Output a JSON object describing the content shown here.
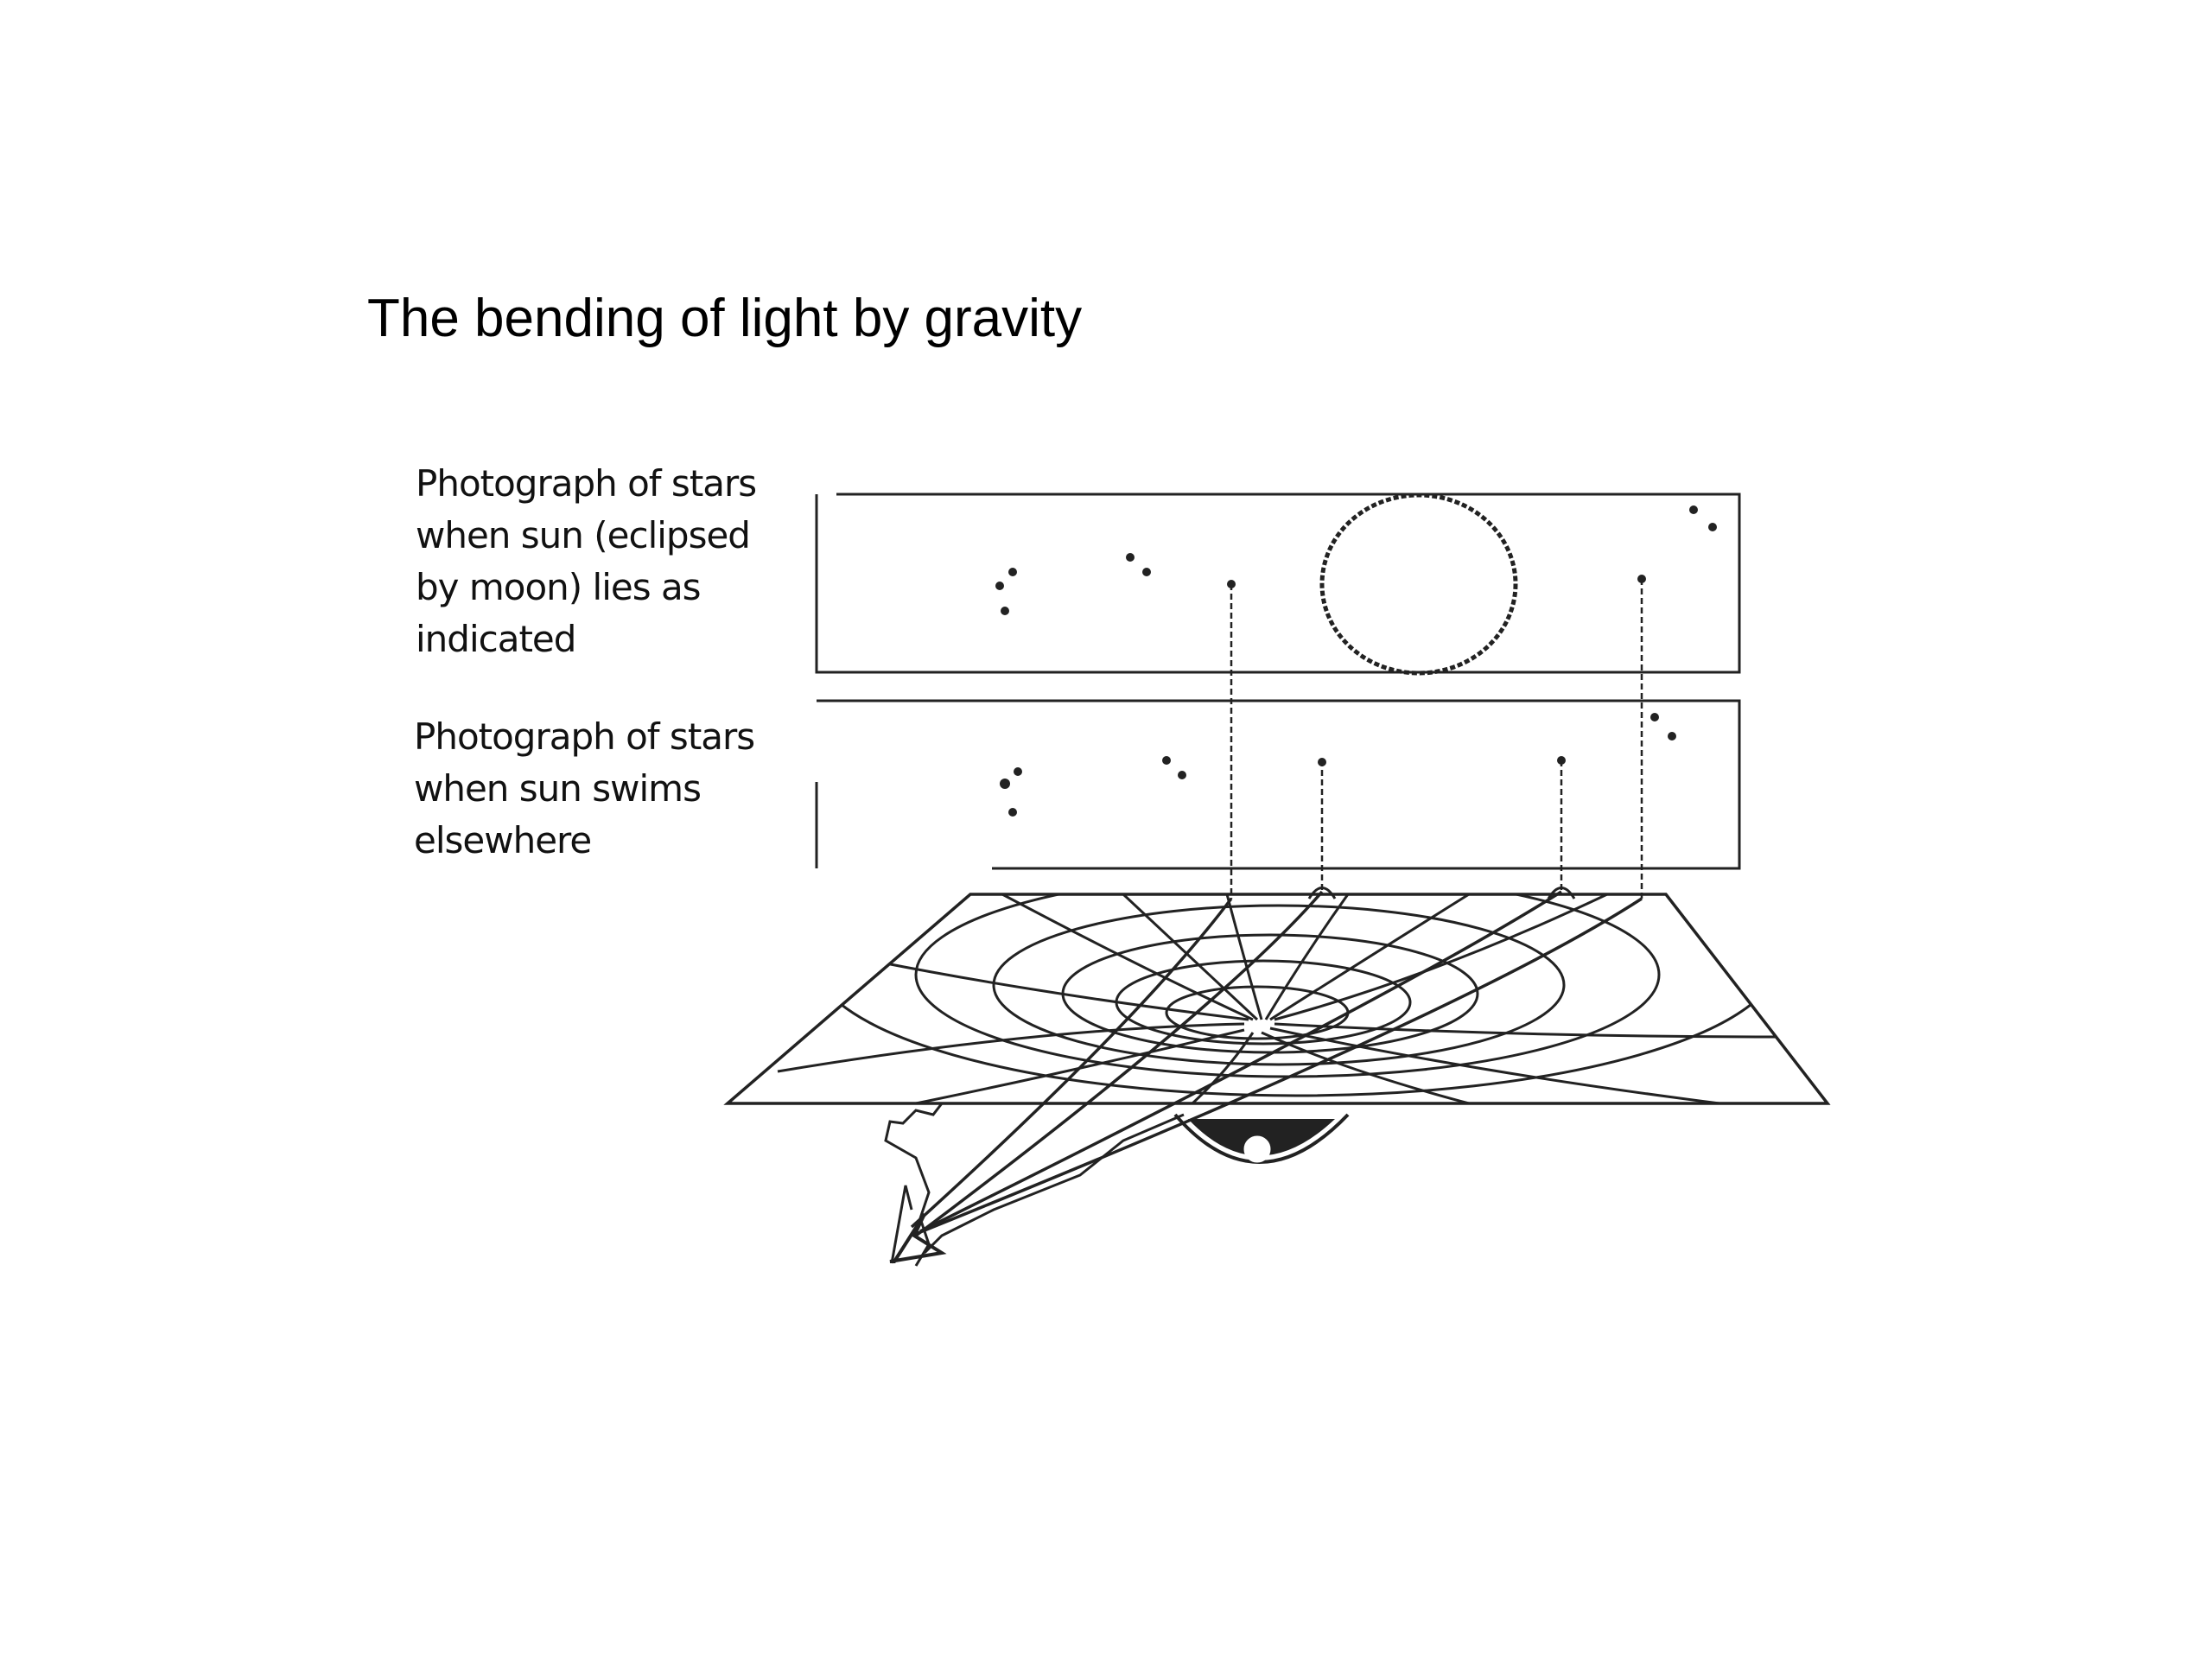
{
  "title": "The bending of light by gravity",
  "labels": {
    "eclipse_photo": [
      "Photograph of stars",
      "when sun (eclipsed",
      "by moon) lies as",
      "indicated"
    ],
    "elsewhere_photo": [
      "Photograph of stars",
      "when sun swims",
      "elsewhere"
    ]
  },
  "colors": {
    "ink": "#222222",
    "background": "#ffffff"
  }
}
